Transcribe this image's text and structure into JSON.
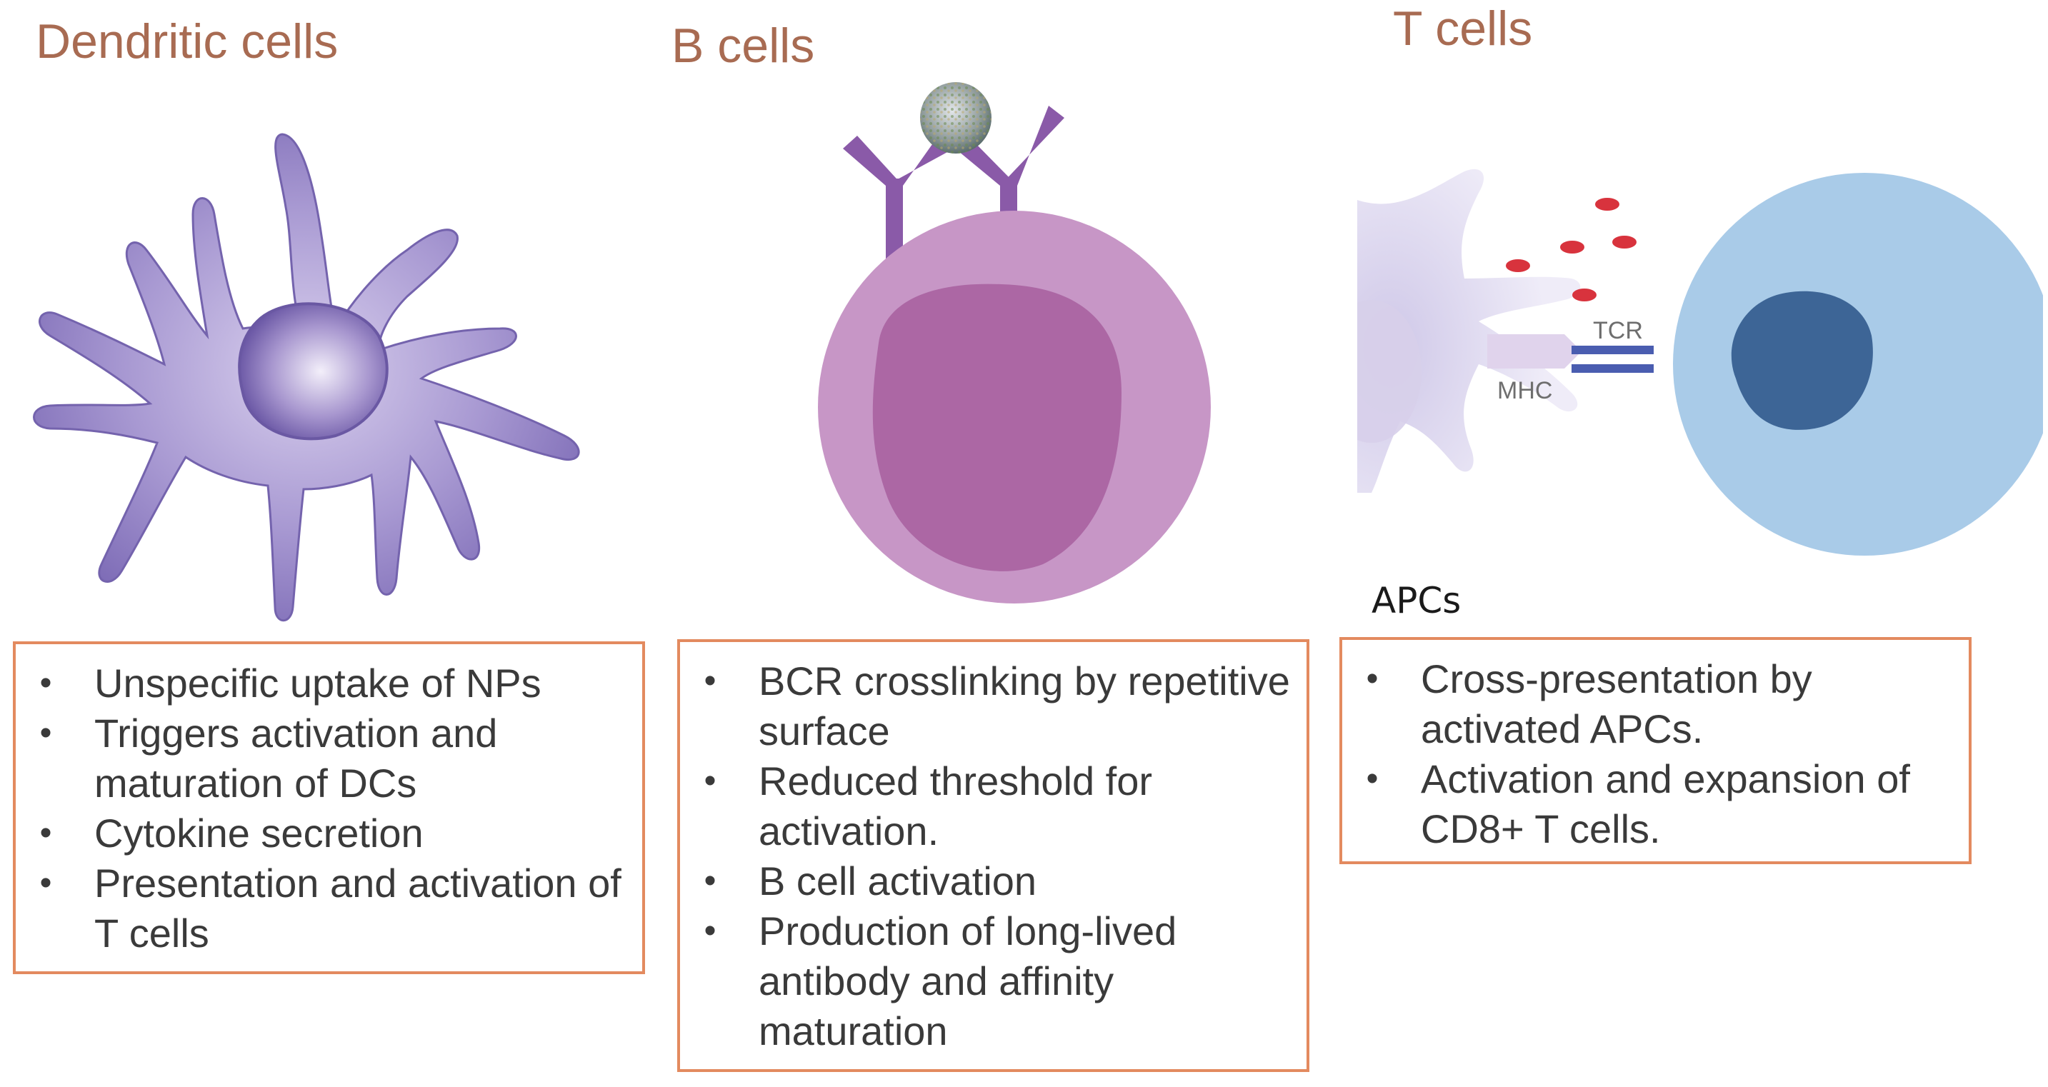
{
  "columns": {
    "dendritic": {
      "title": "Dendritic cells",
      "bullets": [
        "Unspecific uptake of NPs",
        "Triggers activation and maturation of DCs",
        "Cytokine secretion",
        "Presentation and activation of T cells"
      ]
    },
    "bcells": {
      "title": "B cells",
      "bullets": [
        "BCR crosslinking by repetitive surface",
        "Reduced threshold for activation.",
        "B cell activation",
        "Production of long-lived antibody and affinity maturation"
      ]
    },
    "tcells": {
      "title": "T cells",
      "illustration_labels": {
        "tcr": "TCR",
        "mhc": "MHC",
        "apcs": "APCs"
      },
      "bullets": [
        "Cross-presentation by activated APCs.",
        "Activation and expansion of CD8+ T cells."
      ]
    }
  },
  "bullet_glyph": "•",
  "colors": {
    "heading": "#a86b52",
    "box_border": "#e38a5f",
    "dendritic_cell": "#8c7bc0",
    "b_cell_outer": "#c796c6",
    "b_cell_nucleus": "#ac67a4",
    "t_cell_outer": "#a9cbe8",
    "t_cell_nucleus": "#3d6596",
    "cytokine_dots": "#d8333d"
  }
}
